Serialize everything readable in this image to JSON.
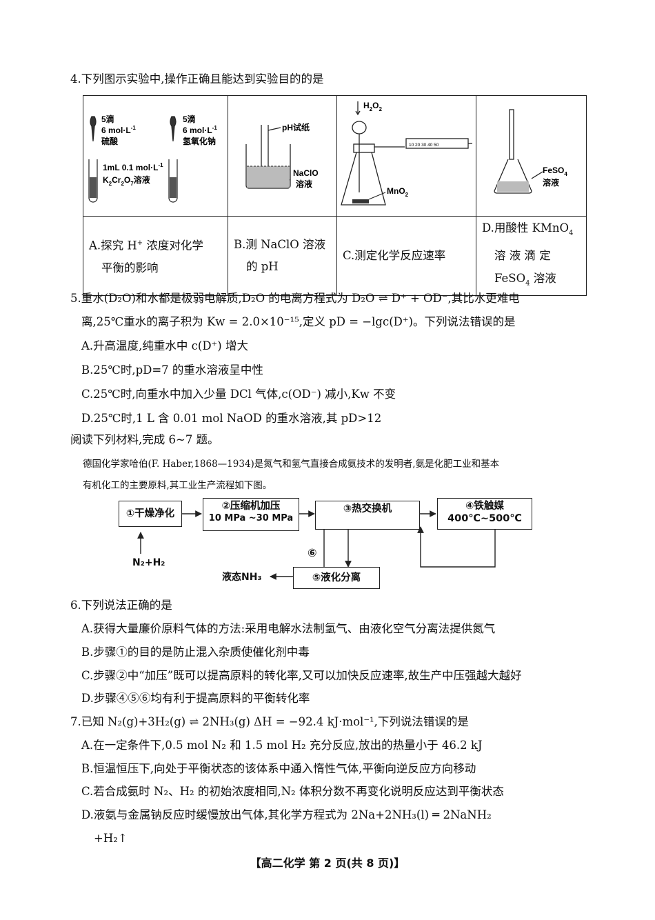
{
  "q4": {
    "stem": "4.下列图示实验中,操作正确且能达到实验目的的是",
    "a": {
      "drop_left_1": "5滴",
      "drop_left_2": "6 mol·L",
      "drop_left_3": "硫酸",
      "drop_right_1": "5滴",
      "drop_right_2": "6 mol·L",
      "drop_right_3": "氢氧化钠",
      "tube_1": "1mL 0.1 mol·L",
      "tube_2": "K",
      "tube_2b": "溶液",
      "caption_1": "A.探究 H",
      "caption_2": " 浓度对化学",
      "caption_3": "平衡的影响"
    },
    "b": {
      "ph_label": "pH试纸",
      "sol_1": "NaClO",
      "sol_2": "溶液",
      "caption_1": "B.测 NaClO 溶液",
      "caption_2": "的 pH"
    },
    "c": {
      "top_label": "H",
      "mno2": "MnO",
      "scale": "10 20 30 40 50",
      "caption": "C.测定化学反应速率"
    },
    "d": {
      "sol_1": "FeSO",
      "sol_2": "溶液",
      "caption_1": "D.用酸性 KMnO",
      "caption_2": "溶 液 滴 定",
      "caption_3": "FeSO",
      "caption_3b": " 溶液"
    }
  },
  "q5": {
    "line1": "5.重水(D₂O)和水都是极弱电解质,D₂O 的电离方程式为 D₂O ⇌ D⁺ + OD⁻,其比水更难电",
    "line2": "离,25℃重水的离子积为 Kw = 2.0×10⁻¹⁵,定义 pD = −lgc(D⁺)。下列说法错误的是",
    "a": "A.升高温度,纯重水中 c(D⁺) 增大",
    "b": "B.25℃时,pD=7 的重水溶液呈中性",
    "c": "C.25℃时,向重水中加入少量 DCl 气体,c(OD⁻) 减小,Kw 不变",
    "d": "D.25℃时,1 L 含 0.01 mol NaOD 的重水溶液,其 pD>12"
  },
  "reading": {
    "intro": "阅读下列材料,完成 6~7 题。",
    "para1": "德国化学家哈伯(F. Haber,1868—1934)是氮气和氢气直接合成氨技术的发明者,氨是化肥工业和基本",
    "para2": "有机化工的主要原料,其工业生产流程如下图。"
  },
  "flow": {
    "step1": "①干燥净化",
    "step2a": "②压缩机加压",
    "step2b": "10 MPa ~30 MPa",
    "step3": "③热交换机",
    "step4a": "④铁触媒",
    "step4b": "400℃~500℃",
    "step5": "⑤液化分离",
    "step6": "⑥",
    "input": "N₂+H₂",
    "output": "液态NH₃"
  },
  "q6": {
    "stem": "6.下列说法正确的是",
    "a": "A.获得大量廉价原料气体的方法:采用电解水法制氢气、由液化空气分离法提供氮气",
    "b": "B.步骤①的目的是防止混入杂质使催化剂中毒",
    "c": "C.步骤②中“加压”既可以提高原料的转化率,又可以加快反应速率,故生产中压强越大越好",
    "d": "D.步骤④⑤⑥均有利于提高原料的平衡转化率"
  },
  "q7": {
    "stem": "7.已知 N₂(g)+3H₂(g) ⇌ 2NH₃(g)   ΔH = −92.4 kJ·mol⁻¹,下列说法错误的是",
    "a": "A.在一定条件下,0.5 mol N₂ 和 1.5 mol H₂ 充分反应,放出的热量小于 46.2 kJ",
    "b": "B.恒温恒压下,向处于平衡状态的该体系中通入惰性气体,平衡向逆反应方向移动",
    "c": "C.若合成氨时 N₂、H₂ 的初始浓度相同,N₂ 体积分数不再变化说明反应达到平衡状态",
    "d1": "D.液氨与金属钠反应时缓慢放出气体,其化学方程式为 2Na+2NH₃(l) ═ 2NaNH₂",
    "d2": "+H₂↑"
  },
  "footer": "【高二化学   第 2 页(共 8 页)】"
}
